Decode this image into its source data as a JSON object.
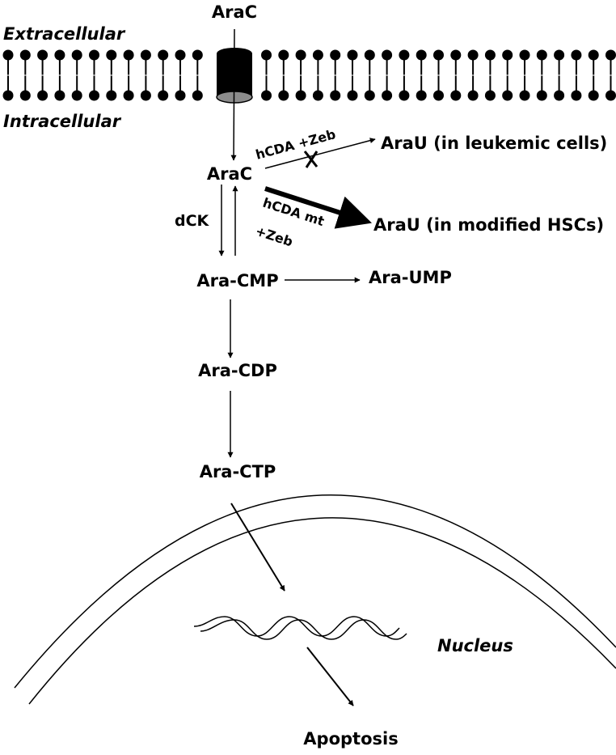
{
  "labels": {
    "arac_top": "AraC",
    "extracellular": "Extracellular",
    "intracellular": "Intracellular",
    "arac": "AraC",
    "hcda_zeb": "hCDA +Zeb",
    "arau_leukemic": "AraU (in leukemic cells)",
    "hcda_mt": "hCDA mt",
    "plus_zeb": "+Zeb",
    "arau_hsc": "AraU (in modified HSCs)",
    "dck": "dCK",
    "ara_cmp": "Ara-CMP",
    "ara_ump": "Ara-UMP",
    "ara_cdp": "Ara-CDP",
    "ara_ctp": "Ara-CTP",
    "nucleus": "Nucleus",
    "apoptosis": "Apoptosis"
  }
}
